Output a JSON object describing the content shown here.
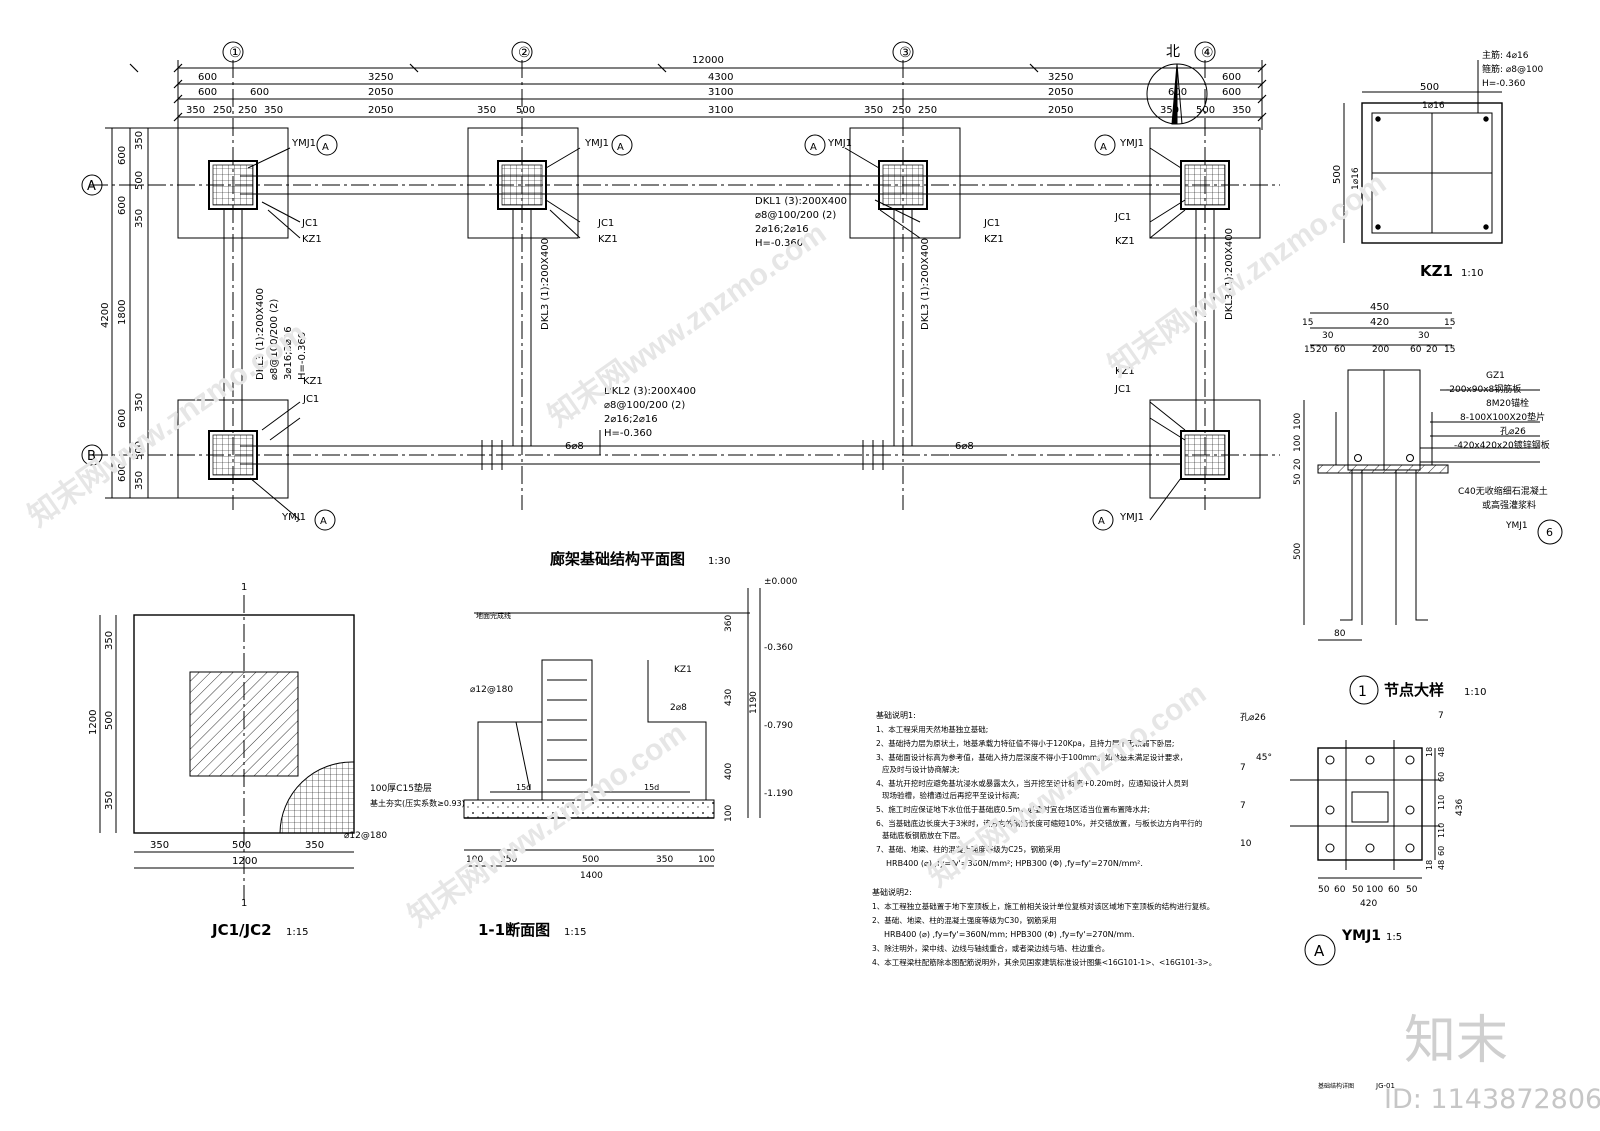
{
  "plan": {
    "title": "廊架基础结构平面图",
    "scale": "1:30",
    "axes_x": [
      "①",
      "②",
      "③",
      "④"
    ],
    "axes_y": [
      "A",
      "B"
    ],
    "north": "北",
    "dim_total": "12000",
    "dim_row1": [
      "600",
      "3250",
      "4300",
      "3250",
      "600"
    ],
    "dim_row2": [
      "600",
      "600",
      "2050",
      "3100",
      "2050",
      "600",
      "600"
    ],
    "dim_row3": [
      "350",
      "250",
      "250",
      "350",
      "2050",
      "350",
      "500",
      "3100",
      "350",
      "250",
      "250",
      "2050",
      "350",
      "500",
      "350"
    ],
    "dim_left": [
      "350",
      "600",
      "500",
      "600",
      "350",
      "1800",
      "350",
      "600",
      "500",
      "600",
      "350"
    ],
    "dim_left_total": "4200",
    "beam_dkl1": [
      "DKL1 (3):200X400",
      "⌀8@100/200 (2)",
      "2⌀16;2⌀16",
      "H=-0.360"
    ],
    "beam_dkl2": [
      "DKL2 (3):200X400",
      "⌀8@100/200 (2)",
      "2⌀16;2⌀16",
      "H=-0.360"
    ],
    "beam_dkl3": [
      "DKL3 (1):200X400",
      "⌀8@100/200 (2)",
      "3⌀16;3⌀16",
      "H=-0.360"
    ],
    "beam_dkl3_short": "DKL3 (1):200X400",
    "labels": {
      "ymj1": "YMJ1",
      "jc1": "JC1",
      "kz1": "KZ1",
      "a": "A",
      "rebar_6": "6⌀8"
    }
  },
  "kz1": {
    "title": "KZ1",
    "scale": "1:10",
    "notes": [
      "主筋: 4⌀16",
      "箍筋: ⌀8@100",
      "H=-0.360"
    ],
    "dim_w": "500",
    "dim_h": "500",
    "rebar_top": "1⌀16",
    "rebar_side": "1⌀16"
  },
  "node": {
    "title": "节点大样",
    "scale": "1:10",
    "num": "1",
    "dims_top": [
      "450",
      "420",
      "15",
      "15",
      "30",
      "30",
      "15",
      "20",
      "60",
      "200",
      "60",
      "20",
      "15"
    ],
    "dims_left": [
      "100",
      "100",
      "20",
      "50",
      "500"
    ],
    "dim_bottom": "80",
    "notes": [
      "GZ1",
      "-200x90x8钢筋板",
      "8M20锚栓",
      "8-100X100X20垫片",
      "孔⌀26",
      "-420x420x20镀锌钢板",
      "C40无收缩细石混凝土",
      "或高强灌浆料",
      "YMJ1"
    ],
    "ref": "6"
  },
  "jc1": {
    "title": "JC1/JC2",
    "scale": "1:15",
    "dims_left": [
      "350",
      "500",
      "350"
    ],
    "dim_left_total": "1200",
    "dims_bottom": [
      "350",
      "500",
      "350"
    ],
    "dim_bottom_total": "1200",
    "rebar": "⌀12@180",
    "section_mark": "1"
  },
  "section": {
    "title": "1-1断面图",
    "scale": "1:15",
    "levels": [
      "±0.000",
      "-0.360",
      "-0.790",
      "-1.190"
    ],
    "dims_right": [
      "360",
      "430",
      "400",
      "100"
    ],
    "dim_right_total": "1190",
    "dims_bottom": [
      "100",
      "350",
      "500",
      "350",
      "100"
    ],
    "dim_bottom_total": "1400",
    "labels": {
      "kz1": "KZ1",
      "rebar_top": "⌀12@180",
      "rebar_2": "2⌀8",
      "ground": "地面完成线",
      "cushion": "100厚C15垫层",
      "soil": "基土夯实(压实系数≥0.93)",
      "anchor_left": "15d",
      "anchor_right": "15d"
    }
  },
  "ymj1": {
    "title": "YMJ1",
    "scale": "1:5",
    "ref": "A",
    "hole": "孔⌀26",
    "angle": "45°",
    "welds": [
      "7",
      "7",
      "7",
      "10"
    ],
    "dims_bottom": [
      "50",
      "60",
      "50",
      "100",
      "60",
      "50"
    ],
    "dim_bottom_total": "420",
    "dims_right": [
      "18",
      "48",
      "60",
      "110",
      "110",
      "60",
      "48",
      "18"
    ],
    "dim_right_total": "436"
  },
  "notes1": {
    "title": "基础说明1:",
    "items": [
      "1、本工程采用天然地基独立基础;",
      "2、基础持力层为原状土，地基承载力特征值不得小于120Kpa，且持力层下无软弱下卧层;",
      "3、基础面设计标高为参考值，基础入持力层深度不得小于100mm。如地基未满足设计要求，",
      "应及时与设计协商解决;",
      "4、基坑开挖时应避免基坑浸水或暴露太久，当开挖至设计标高+0.20m时，应通知设计人员到",
      "现场验槽，验槽通过后再挖平至设计标高;",
      "5、施工时应保证地下水位低于基础底0.5m，必要时宜在场区适当位置布置降水井;",
      "6、当基础底边长度大于3米时，该方向的钢筋长度可缩短10%，并交错放置，与板长边方向平行的",
      "基础底板钢筋放在下层。",
      "7、基础、地梁、柱的混凝土强度等级为C25，钢筋采用",
      "HRB400 (⌀) ,fy=fy'=360N/mm²; HPB300 (Φ) ,fy=fy'=270N/mm²."
    ]
  },
  "notes2": {
    "title": "基础说明2:",
    "items": [
      "1、本工程独立基础置于地下室顶板上，施工前相关设计单位复核对该区域地下室顶板的结构进行复核。",
      "2、基础、地梁、柱的混凝土强度等级为C30，钢筋采用",
      "HRB400 (⌀) ,fy=fy'=360N/mm; HPB300 (Φ) ,fy=fy'=270N/mm.",
      "3、除注明外，梁中线、边线与轴线重合，或者梁边线与墙、柱边重合。",
      "4、本工程梁柱配筋除本图配筋说明外，其余见国家建筑标准设计图集<16G101-1>、<16G101-3>。"
    ]
  },
  "footer": {
    "sheet": "基础结构详图",
    "num": "JG-01"
  },
  "brand": {
    "logo": "知末",
    "id": "ID: 1143872806",
    "watermark": "知末网www.znzmo.com"
  }
}
